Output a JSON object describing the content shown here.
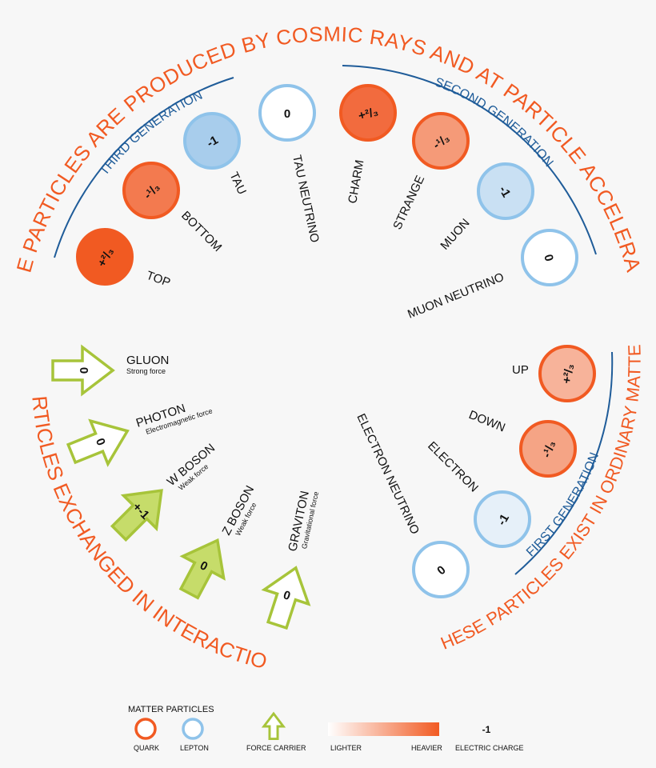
{
  "headings": {
    "top": "THESE PARTICLES ARE PRODUCED BY COSMIC RAYS AND AT PARTICLE ACCELERATORS",
    "third_generation": "THIRD GENERATION",
    "second_generation": "SECOND GENERATION",
    "exchanged": "PARTICLES EXCHANGED IN INTERACTIONS",
    "ordinary": "THESE PARTICLES EXIST IN ORDINARY MATTER",
    "first_generation": "FIRST GENERATION"
  },
  "particles": [
    {
      "name": "TOP",
      "charge": "+²/₃",
      "kind": "quark",
      "fill": "#f15a22"
    },
    {
      "name": "BOTTOM",
      "charge": "-¹/₃",
      "kind": "quark",
      "fill": "#f37a4f"
    },
    {
      "name": "TAU",
      "charge": "-1",
      "kind": "lepton",
      "fill": "#a8cdec"
    },
    {
      "name": "TAU NEUTRINO",
      "charge": "0",
      "kind": "lepton",
      "fill": "#ffffff"
    },
    {
      "name": "CHARM",
      "charge": "+²/₃",
      "kind": "quark",
      "fill": "#f26b3e"
    },
    {
      "name": "STRANGE",
      "charge": "-¹/₃",
      "kind": "quark",
      "fill": "#f59a78"
    },
    {
      "name": "MUON",
      "charge": "-1",
      "kind": "lepton",
      "fill": "#c9e0f3"
    },
    {
      "name": "MUON NEUTRINO",
      "charge": "0",
      "kind": "lepton",
      "fill": "#ffffff"
    },
    {
      "name": "UP",
      "charge": "+²/₃",
      "kind": "quark",
      "fill": "#f7b39a"
    },
    {
      "name": "DOWN",
      "charge": "-¹/₃",
      "kind": "quark",
      "fill": "#f5a485"
    },
    {
      "name": "ELECTRON",
      "charge": "-1",
      "kind": "lepton",
      "fill": "#e6f0f9"
    },
    {
      "name": "ELECTRON NEUTRINO",
      "charge": "0",
      "kind": "lepton",
      "fill": "#ffffff"
    }
  ],
  "force_carriers": [
    {
      "name": "GLUON",
      "force": "Strong force",
      "charge": "0",
      "fill": "#ffffff"
    },
    {
      "name": "PHOTON",
      "force": "Electromagnetic force",
      "charge": "0",
      "fill": "#ffffff"
    },
    {
      "name": "W BOSON",
      "force": "Weak force",
      "charge": "+-1",
      "fill": "#c6dc6a"
    },
    {
      "name": "Z BOSON",
      "force": "Weak force",
      "charge": "0",
      "fill": "#c6dc6a"
    },
    {
      "name": "GRAVITON",
      "force": "Gravitational force",
      "charge": "0",
      "fill": "#ffffff"
    }
  ],
  "legend": {
    "title": "MATTER PARTICLES",
    "quark": "QUARK",
    "lepton": "LEPTON",
    "force_carrier": "FORCE CARRIER",
    "lighter": "LIGHTER",
    "heavier": "HEAVIER",
    "charge_example": "-1",
    "electric_charge": "ELECTRIC CHARGE"
  },
  "colors": {
    "quark": "#f15a22",
    "lepton": "#8fc3ea",
    "force": "#a7c43a",
    "heading_orange": "#f15a22",
    "heading_blue": "#1f5c99"
  }
}
